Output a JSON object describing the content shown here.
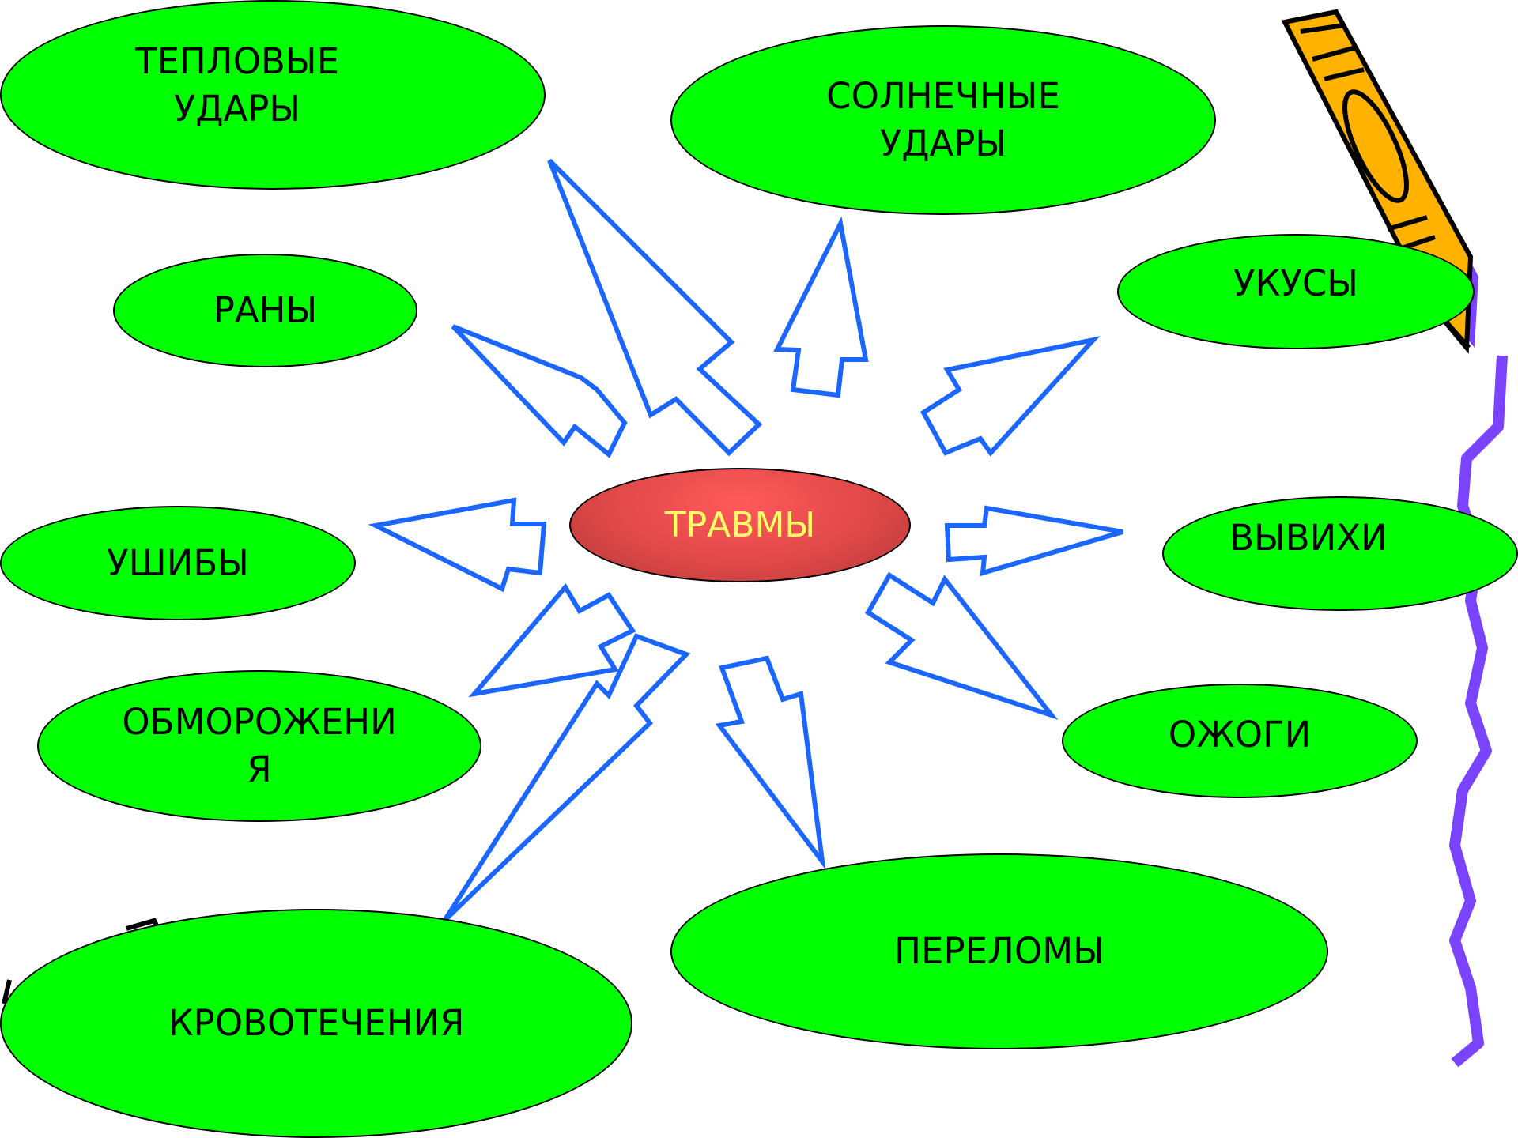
{
  "diagram": {
    "center": "ТРАВМЫ",
    "nodes": [
      "ТЕПЛОВЫЕ\nУДАРЫ",
      "СОЛНЕЧНЫЕ\nУДАРЫ",
      "РАНЫ",
      "УКУСЫ",
      "УШИБЫ",
      "ВЫВИХИ",
      "ОБМОРОЖЕНИ\nЯ",
      "ОЖОГИ",
      "КРОВОТЕЧЕНИЯ",
      "ПЕРЕЛОМЫ"
    ]
  },
  "colors": {
    "node_fill": "#00ff00",
    "center_fill": "#e04848",
    "center_text": "#ffff66",
    "arrow_stroke": "#1a66ff",
    "pencil_body": "#ffb300",
    "pencil_shadow": "#7a44ff"
  },
  "decorations": [
    "pencil-icon",
    "squiggle-line"
  ]
}
